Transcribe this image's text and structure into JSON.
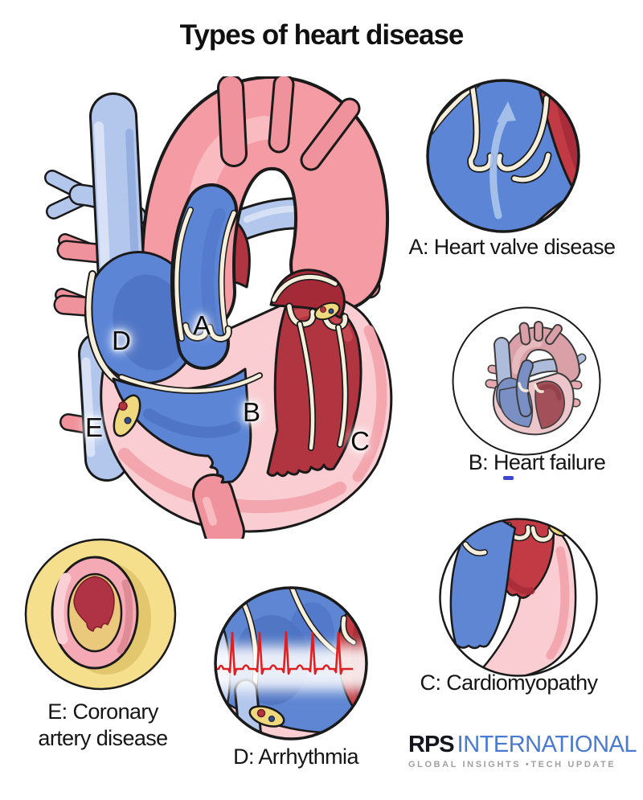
{
  "title": "Types of heart disease",
  "heart": {
    "labels": {
      "a": "A",
      "b": "B",
      "c": "C",
      "d": "D",
      "e": "E"
    }
  },
  "insets": {
    "a": {
      "caption": "A: Heart valve disease"
    },
    "b": {
      "caption": "B: Heart failure"
    },
    "c": {
      "caption": "C: Cardiomyopathy"
    },
    "d": {
      "caption": "D: Arrhythmia"
    },
    "e": {
      "caption_line1": "E: Coronary",
      "caption_line2": "artery disease"
    }
  },
  "logo": {
    "brand_bold": "RPS",
    "brand_light": "INTERNATIONAL",
    "tagline": "GLOBAL INSIGHTS •TECH UPDATE"
  },
  "colors": {
    "title_text": "#101010",
    "caption_text": "#151515",
    "logo_dark": "#15151f",
    "logo_blue": "#4a7bd0",
    "logo_gray": "#a0a0a0",
    "artery_red": "#c23b44",
    "deep_red": "#a52a38",
    "chamber_red": "#b13540",
    "chamber_blue": "#5c85d6",
    "deep_blue": "#4166b6",
    "vein_light_blue": "#b3c6ec",
    "aorta_pink": "#f49ba3",
    "wall_pink": "#f9cdd2",
    "mid_pink": "#f2a3ac",
    "valve_cream": "#f6efdc",
    "node_yellow": "#efd97e",
    "plaque_tan": "#eac97d",
    "ecg_red": "#e02020",
    "spellcheck_blue": "#3f48cc"
  }
}
